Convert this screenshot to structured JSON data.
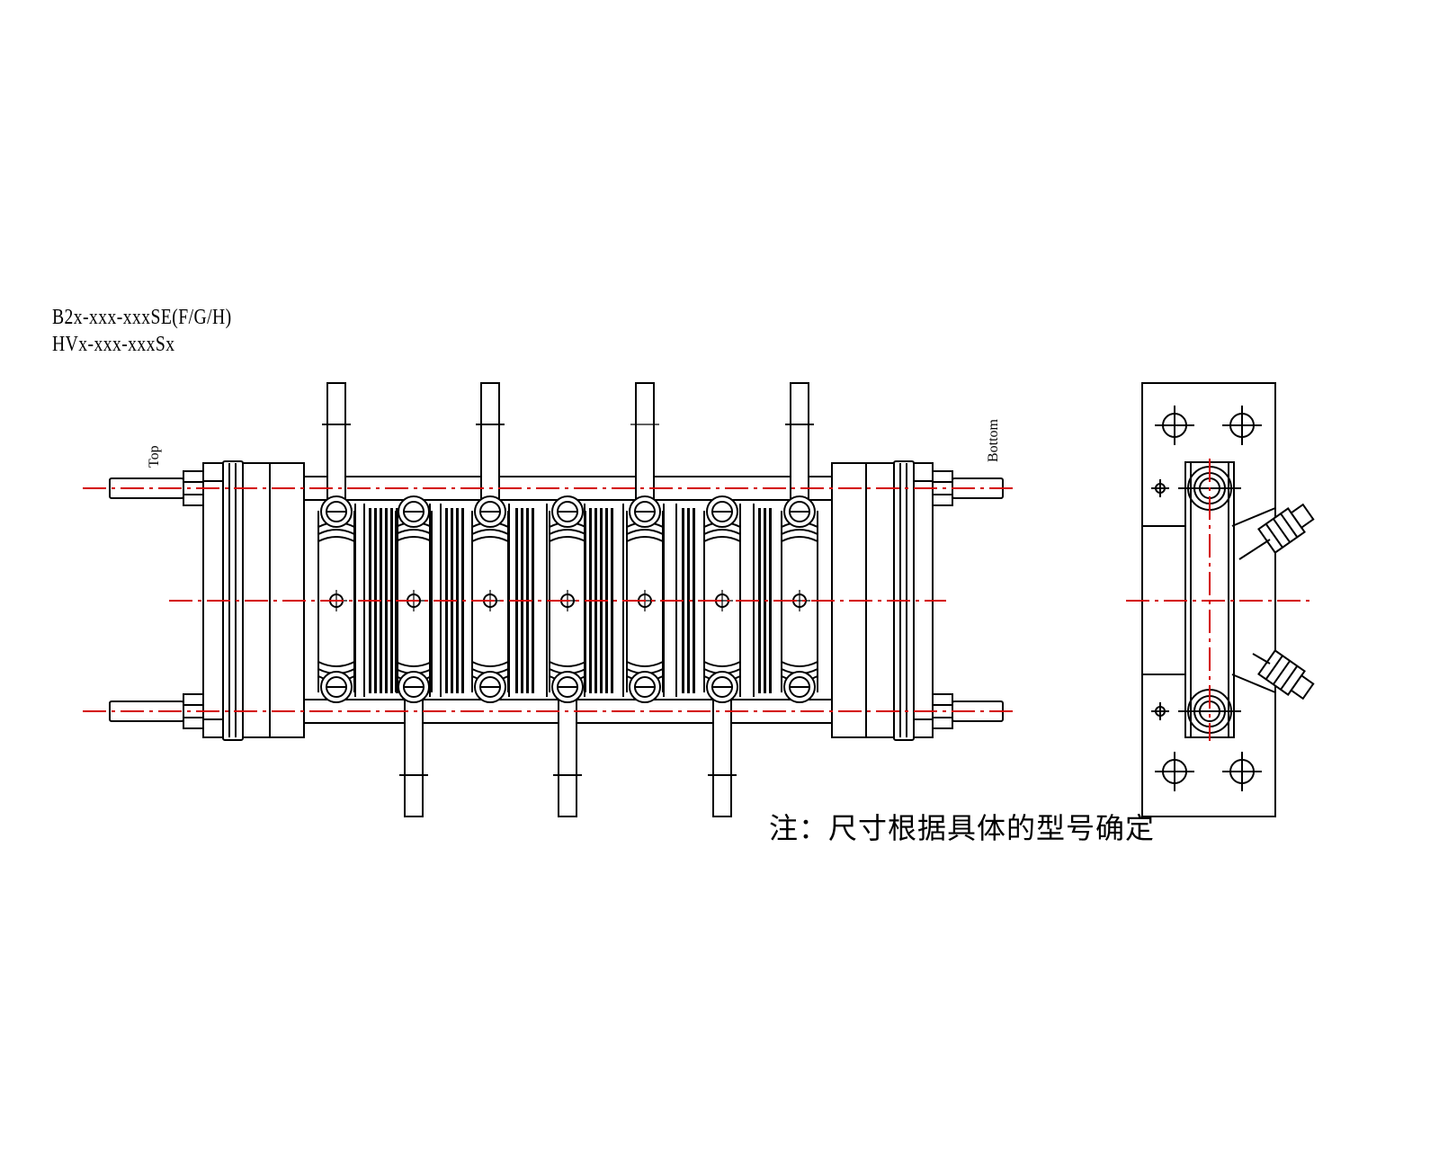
{
  "labels": {
    "model_line_1": "B2x-xxx-xxxSE(F/G/H)",
    "model_line_2": "HVx-xxx-xxxSx",
    "top": "Top",
    "bottom": "Bottom",
    "note": "注：尺寸根据具体的型号确定"
  },
  "colors": {
    "outline": "#000000",
    "centerline": "#d40000",
    "background": "#ffffff"
  }
}
